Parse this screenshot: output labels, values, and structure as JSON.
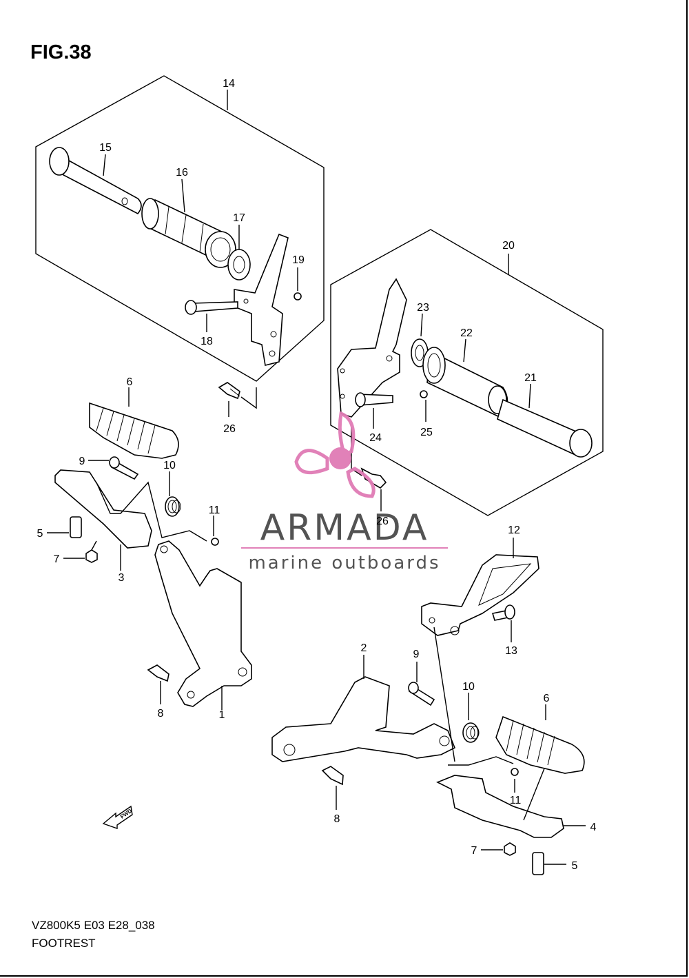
{
  "figure": {
    "title": "FIG.38"
  },
  "footer": {
    "model_code": "VZ800K5 E03 E28_038",
    "section_name": "FOOTREST"
  },
  "watermark": {
    "brand": "ARMADA",
    "tagline": "marine outboards",
    "accent_color": "#e07bb5",
    "text_color": "#4a4a4a"
  },
  "callouts": [
    {
      "id": "c14",
      "label": "14"
    },
    {
      "id": "c15",
      "label": "15"
    },
    {
      "id": "c16",
      "label": "16"
    },
    {
      "id": "c17",
      "label": "17"
    },
    {
      "id": "c19",
      "label": "19"
    },
    {
      "id": "c18",
      "label": "18"
    },
    {
      "id": "c26a",
      "label": "26"
    },
    {
      "id": "c20",
      "label": "20"
    },
    {
      "id": "c23",
      "label": "23"
    },
    {
      "id": "c22",
      "label": "22"
    },
    {
      "id": "c21",
      "label": "21"
    },
    {
      "id": "c24",
      "label": "24"
    },
    {
      "id": "c25",
      "label": "25"
    },
    {
      "id": "c26b",
      "label": "26"
    },
    {
      "id": "c6a",
      "label": "6"
    },
    {
      "id": "c9a",
      "label": "9"
    },
    {
      "id": "c10a",
      "label": "10"
    },
    {
      "id": "c11a",
      "label": "11"
    },
    {
      "id": "c5a",
      "label": "5"
    },
    {
      "id": "c7a",
      "label": "7"
    },
    {
      "id": "c3",
      "label": "3"
    },
    {
      "id": "c8a",
      "label": "8"
    },
    {
      "id": "c1",
      "label": "1"
    },
    {
      "id": "c12",
      "label": "12"
    },
    {
      "id": "c13",
      "label": "13"
    },
    {
      "id": "c2",
      "label": "2"
    },
    {
      "id": "c9b",
      "label": "9"
    },
    {
      "id": "c10b",
      "label": "10"
    },
    {
      "id": "c6b",
      "label": "6"
    },
    {
      "id": "c11b",
      "label": "11"
    },
    {
      "id": "c8b",
      "label": "8"
    },
    {
      "id": "c4",
      "label": "4"
    },
    {
      "id": "c7b",
      "label": "7"
    },
    {
      "id": "c5b",
      "label": "5"
    }
  ],
  "fwd_marker": {
    "label": "FWD"
  }
}
